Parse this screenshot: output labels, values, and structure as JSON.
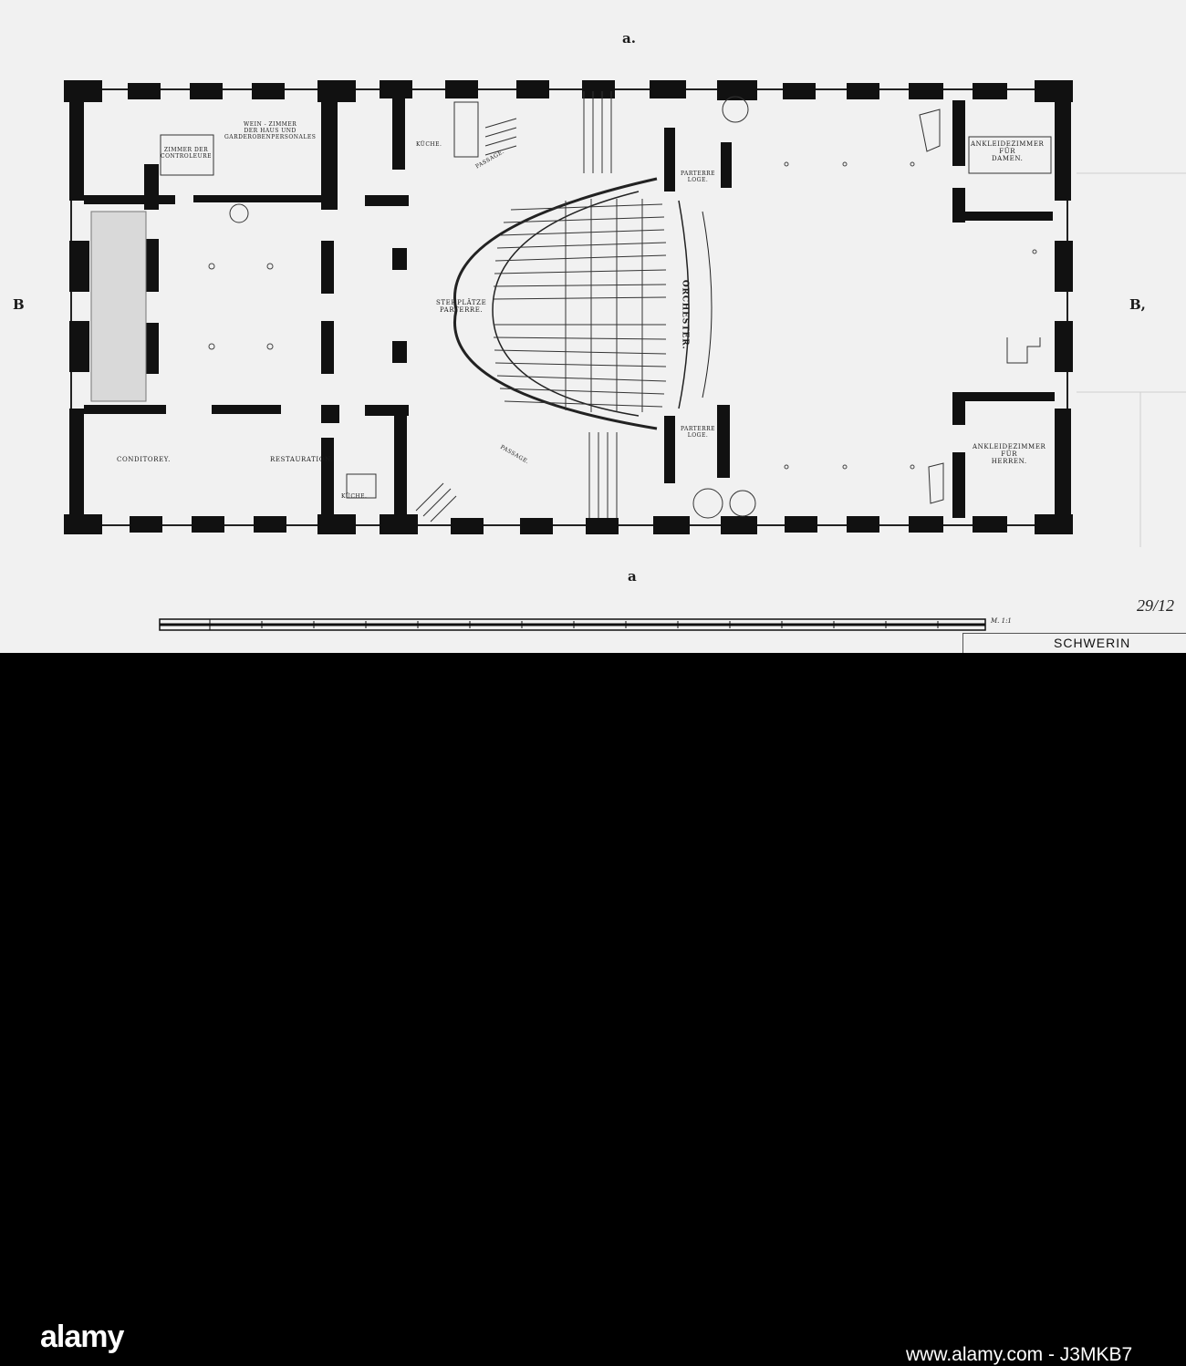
{
  "axis_labels": {
    "top": "a.",
    "bottom": "a",
    "left": "B",
    "right": "B,"
  },
  "rooms": {
    "wait_room": "WEIN - ZIMMER\nDER HAUS UND\nGARDEROBENPERSONALES",
    "controller_room": "ZIMMER DER\nCONTROLEURE",
    "kitchen_top": "KÜCHE.",
    "passage_top": "PASSAGE.",
    "parterre_box_top": "PARTERRE\nLOGE.",
    "standing_parterre": "STEHPLÄTZE\nPARTERRE.",
    "orchestra": "ORCHESTER.",
    "ladies_dressing": "ANKLEIDEZIMMER\nFÜR\nDAMEN.",
    "gents_dressing": "ANKLEIDEZIMMER\nFÜR\nHERREN.",
    "confectionery": "CONDITOREY.",
    "restaurant": "RESTAURATION.",
    "kitchen_bottom": "KÜCHE.",
    "passage_bottom": "PASSAGE.",
    "parterre_box_bottom": "PARTERRE\nLOGE."
  },
  "sheet": {
    "number": "29/12",
    "city": "SCHWERIN",
    "scale_unit": "M. 1:1"
  },
  "watermark": {
    "logo": "alamy",
    "stock_id": "www.alamy.com - J3MKB7"
  }
}
